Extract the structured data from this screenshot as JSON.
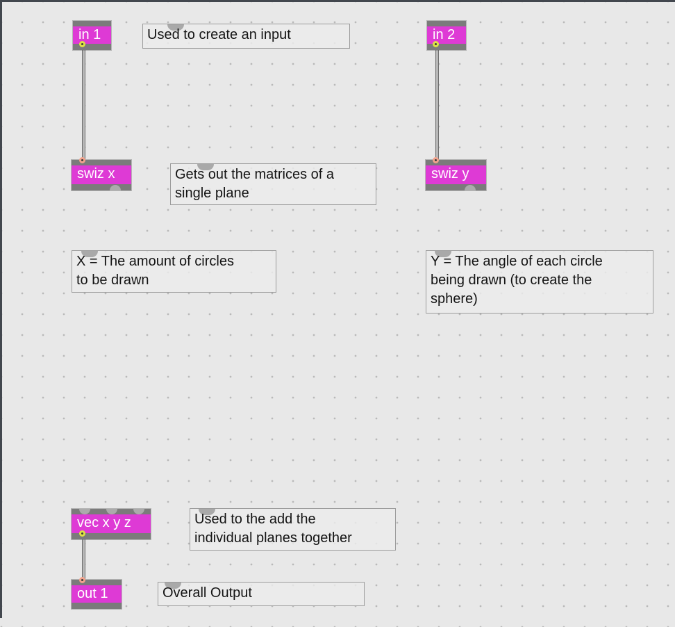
{
  "patcher": {
    "kind": "gen-patcher-canvas"
  },
  "nodes": [
    {
      "label": "in 1"
    },
    {
      "label": "in 2"
    },
    {
      "label": "swiz x"
    },
    {
      "label": "swiz y"
    },
    {
      "label": "vec x y z"
    },
    {
      "label": "out 1"
    }
  ],
  "comments": [
    {
      "text": "Used to create an input"
    },
    {
      "text": "Gets out the matrices of a\nsingle plane"
    },
    {
      "text": "X = The amount of circles\nto be drawn"
    },
    {
      "text": "Y = The angle of each circle\nbeing drawn (to create the\nsphere)"
    },
    {
      "text": "Used to the add the\nindividual planes together"
    },
    {
      "text": "Overall Output"
    }
  ],
  "connections": [
    {
      "from": "in 1",
      "to": "swiz x"
    },
    {
      "from": "in 2",
      "to": "swiz y"
    },
    {
      "from": "vec x y z",
      "to": "out 1"
    }
  ],
  "colors": {
    "canvas_background": "#e8e8e8",
    "grid_dot": "#b9b9b9",
    "window_edge": "#42474e",
    "object_fill": "#de3ad5",
    "object_trim": "#7b7b7b",
    "object_text": "#ffffff",
    "comment_border": "#9b9b9b",
    "comment_text": "#141414",
    "cord_core": "#b8b8b8",
    "cord_edge": "#6e6e6e",
    "outlet_ring_connected": "#dde344",
    "inlet_ring_connected": "#f2a38d",
    "port_unconnected": "#ababab"
  }
}
